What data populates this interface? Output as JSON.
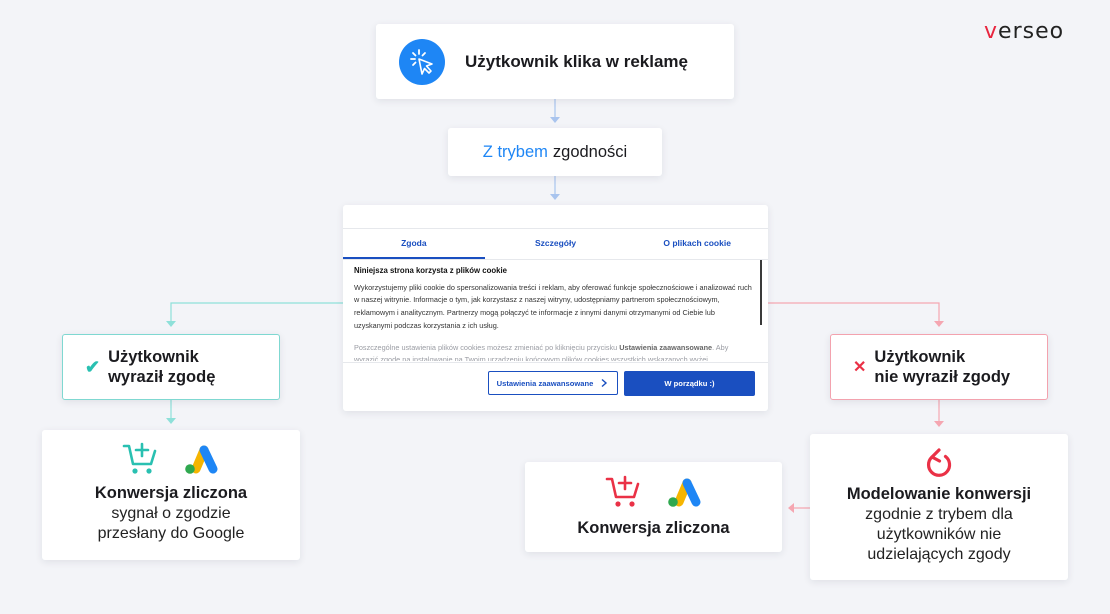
{
  "brand": {
    "logo_v": "v",
    "logo_rest": "erseo"
  },
  "start": {
    "title": "Użytkownik klika w reklamę",
    "icon": "cursor-click-icon"
  },
  "mode": {
    "highlight": "Z trybem",
    "rest": "zgodności"
  },
  "dialog": {
    "tabs": [
      "Zgoda",
      "Szczegóły",
      "O plikach cookie"
    ],
    "heading": "Niniejsza strona korzysta z plików cookie",
    "paragraph": "Wykorzystujemy pliki cookie do spersonalizowania treści i reklam, aby oferować funkcje społecznościowe i analizować ruch w naszej witrynie. Informacje o tym, jak korzystasz z naszej witryny, udostępniamy partnerom społecznościowym, reklamowym i analitycznym. Partnerzy mogą połączyć te informacje z innymi danymi otrzymanymi od Ciebie lub uzyskanymi podczas korzystania z ich usług.",
    "faded_prefix": "Poszczególne ustawienia plików cookies możesz zmieniać po kliknięciu przycisku",
    "faded_bold": "Ustawienia zaawansowane",
    "faded_suffix": ". Aby wyrazić zgodę na instalowanie na Twoim urządzeniu końcowym plików cookies wszystkich wskazanych wyżej",
    "btn_advanced": "Ustawienia zaawansowane",
    "btn_ok": "W porządku :)"
  },
  "consent_yes": {
    "line1": "Użytkownik",
    "line2": "wyraził zgodę"
  },
  "consent_no": {
    "line1": "Użytkownik",
    "line2": "nie wyraził zgody"
  },
  "left_result": {
    "title": "Konwersja zliczona",
    "line1": "sygnał o zgodzie",
    "line2": "przesłany do Google"
  },
  "mid_result": {
    "title": "Konwersja zliczona"
  },
  "right_result": {
    "title": "Modelowanie konwersji",
    "line1": "zgodnie z trybem dla",
    "line2": "użytkowników nie",
    "line3": "udzielających zgody"
  },
  "colors": {
    "blue": "#1e86f5",
    "teal": "#29c0b1",
    "red": "#ea3146",
    "dialog_blue": "#1a4fc0"
  }
}
